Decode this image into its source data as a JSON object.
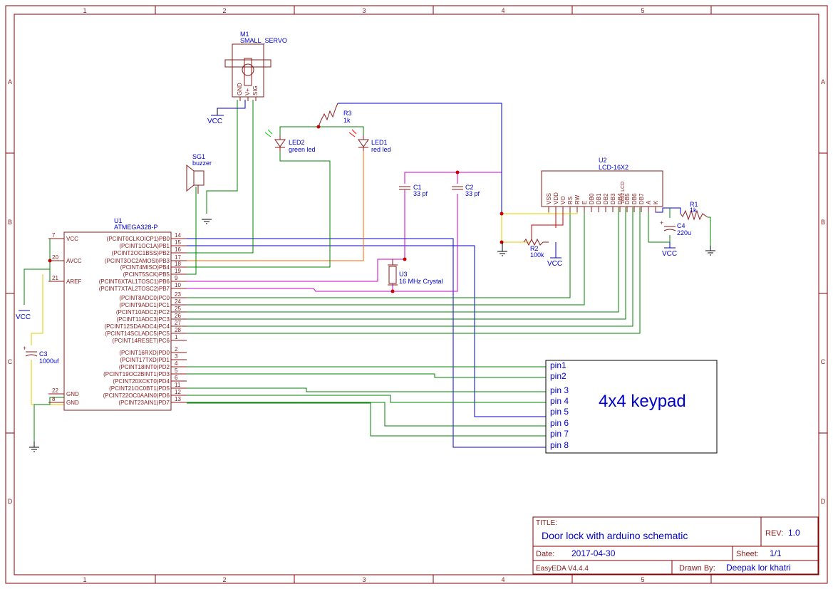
{
  "frame": {
    "columns": [
      "1",
      "2",
      "3",
      "4",
      "5"
    ],
    "rows": [
      "A",
      "B",
      "C",
      "D"
    ]
  },
  "title_block": {
    "title_label": "TITLE:",
    "title": "Door lock with arduino schematic",
    "rev_label": "REV:",
    "rev": "1.0",
    "date_label": "Date:",
    "date": "2017-04-30",
    "sheet_label": "Sheet:",
    "sheet": "1/1",
    "tool": "EasyEDA V4.4.4",
    "drawn_label": "Drawn By:",
    "drawn_by": "Deepak lor khatri"
  },
  "components": {
    "m1": {
      "ref": "M1",
      "value": "SMALL_SERVO",
      "pins": [
        "GND",
        "V+",
        "SIG"
      ]
    },
    "sg1": {
      "ref": "SG1",
      "value": "buzzer"
    },
    "r3": {
      "ref": "R3",
      "value": "1k"
    },
    "led2": {
      "ref": "LED2",
      "value": "green led"
    },
    "led1": {
      "ref": "LED1",
      "value": "red led"
    },
    "c1": {
      "ref": "C1",
      "value": "33 pf"
    },
    "c2": {
      "ref": "C2",
      "value": "33 pf"
    },
    "u3": {
      "ref": "U3",
      "value": "16 MHz Crystal"
    },
    "u2": {
      "ref": "U2",
      "value": "LCD-16X2",
      "body": "16x2 LCD",
      "pins": [
        "VSS",
        "VDD",
        "VO",
        "RS",
        "RW",
        "E",
        "DB0",
        "DB1",
        "DB2",
        "DB3",
        "DB4",
        "DB5",
        "DB6",
        "DB7",
        "A",
        "K"
      ]
    },
    "r1": {
      "ref": "R1",
      "value": "1k"
    },
    "c4": {
      "ref": "C4",
      "value": "220u"
    },
    "r2": {
      "ref": "R2",
      "value": "100k"
    },
    "c3": {
      "ref": "C3",
      "value": "1000uf"
    },
    "u1": {
      "ref": "U1",
      "value": "ATMEGA328-P",
      "left_pins": [
        {
          "name": "VCC",
          "num": "7"
        },
        {
          "name": "AVCC",
          "num": "20"
        },
        {
          "name": "AREF",
          "num": "21"
        },
        {
          "name": "GND",
          "num": "22"
        },
        {
          "name": "GND",
          "num": "8"
        }
      ],
      "right_pins": [
        {
          "name": "(PCINT0CLKOICP1)PB0",
          "num": "14"
        },
        {
          "name": "(PCINT1OC1A)PB1",
          "num": "15"
        },
        {
          "name": "(PCINT2OC1BSS)PB2",
          "num": "16"
        },
        {
          "name": "(PCINT3OC2AMOSI)PB3",
          "num": "17"
        },
        {
          "name": "(PCINT4MISO)PB4",
          "num": "18"
        },
        {
          "name": "(PCINT5SCK)PB5",
          "num": "19"
        },
        {
          "name": "(PCINT6XTAL1TOSC1)PB6",
          "num": "9"
        },
        {
          "name": "(PCINT7XTAL2TOSC2)PB7",
          "num": "10"
        },
        {
          "name": "(PCINT8ADC0)PC0",
          "num": "23"
        },
        {
          "name": "(PCINT9ADC1)PC1",
          "num": "24"
        },
        {
          "name": "(PCINT10ADC2)PC2",
          "num": "25"
        },
        {
          "name": "(PCINT11ADC3)PC3",
          "num": "26"
        },
        {
          "name": "(PCINT12SDAADC4)PC4",
          "num": "27"
        },
        {
          "name": "(PCINT14SCLADC5)PC5",
          "num": "28"
        },
        {
          "name": "(PCINT14RESET)PC6",
          "num": "1"
        },
        {
          "name": "(PCINT16RXD)PD0",
          "num": "2"
        },
        {
          "name": "(PCINT17TXD)PD1",
          "num": "3"
        },
        {
          "name": "(PCINT18INT0)PD2",
          "num": "4"
        },
        {
          "name": "(PCINT19OC2BINT1)PD3",
          "num": "5"
        },
        {
          "name": "(PCINT20XCKT0)PD4",
          "num": "6"
        },
        {
          "name": "(PCINT21OC0BT1)PD5",
          "num": "11"
        },
        {
          "name": "(PCINT22OC0AAIN0)PD6",
          "num": "12"
        },
        {
          "name": "(PCINT23AIN1)PD7",
          "num": "13"
        }
      ]
    },
    "keypad": {
      "title": "4x4 keypad",
      "pins": [
        "pin1",
        "pin2",
        "pin 3",
        "pin 4",
        "pin 5",
        "pin 6",
        "pin 7",
        "pin 8"
      ]
    }
  },
  "power": {
    "vcc": "VCC"
  },
  "colors": {
    "frame": "#880000",
    "label": "#0000cc",
    "wire_green": "#008000",
    "wire_blue": "#0000cc",
    "wire_pink": "#cc00cc",
    "wire_orange": "#ff6600",
    "wire_yellow": "#e6c800"
  }
}
